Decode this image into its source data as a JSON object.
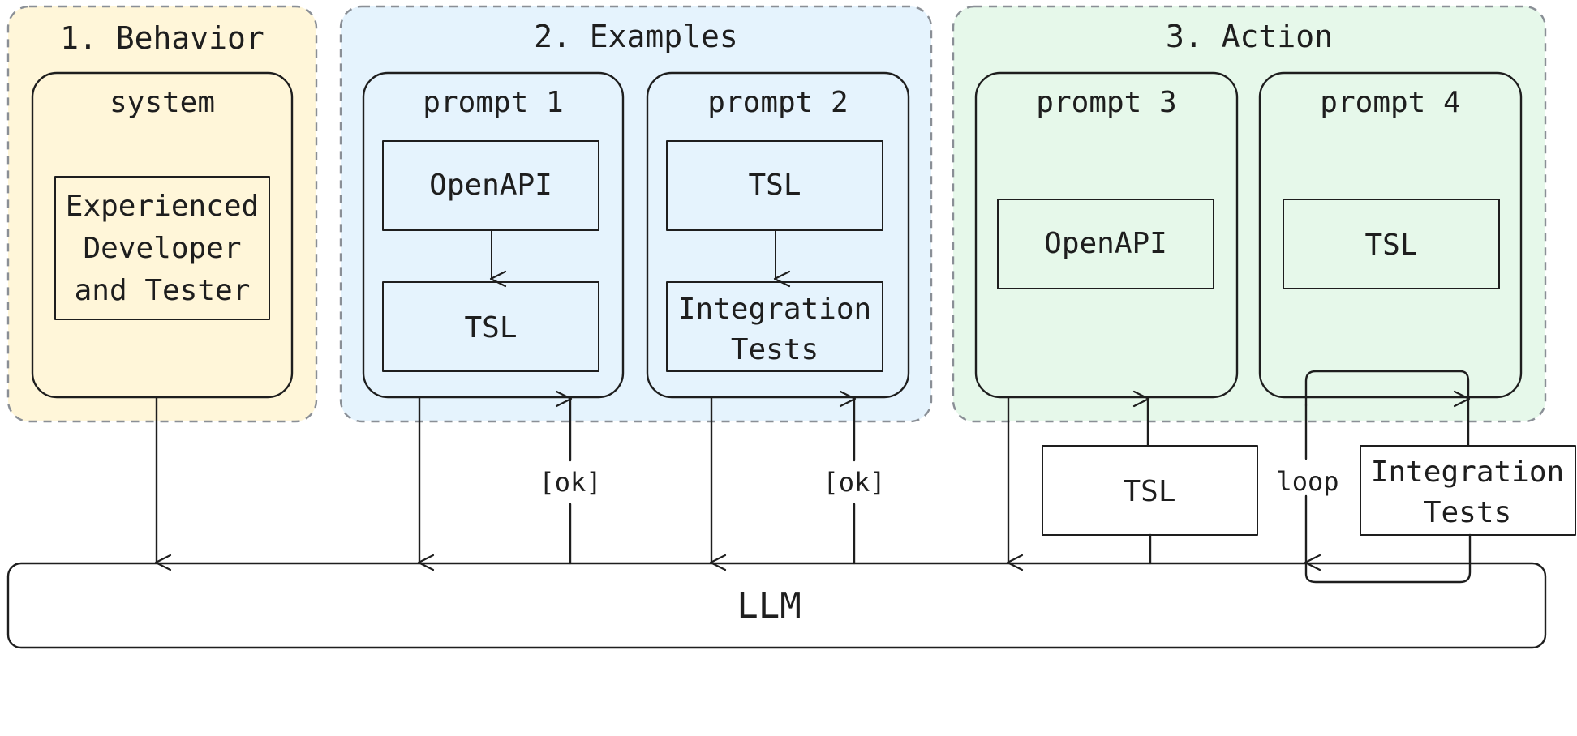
{
  "colors": {
    "behavior_group_fill": "#fff6d9",
    "behavior_card_fill": "#ffe9a8",
    "behavior_box_fill": "#ffe28a",
    "examples_group_fill": "#e5f3fd",
    "examples_card_fill": "#c8e6fb",
    "examples_box_fill": "#a5d8fd",
    "action_group_fill": "#e6f8ea",
    "action_card_fill": "#d3f0da",
    "action_green_box_fill": "#b2f2bb",
    "pink_fill": "#ffd8da",
    "stroke": "#1e1e1e",
    "dashed_stroke": "#8a8f96"
  },
  "groups": {
    "behavior": {
      "title": "1. Behavior",
      "card_title": "system",
      "box_lines": [
        "Experienced",
        "Developer",
        "and Tester"
      ]
    },
    "examples": {
      "title": "2. Examples",
      "prompt1": {
        "title": "prompt 1",
        "top_box": "OpenAPI",
        "bottom_box": "TSL"
      },
      "prompt2": {
        "title": "prompt 2",
        "top_box": "TSL",
        "bottom_box_lines": [
          "Integration",
          "Tests"
        ]
      }
    },
    "action": {
      "title": "3. Action",
      "prompt3": {
        "title": "prompt 3",
        "box": "OpenAPI"
      },
      "prompt4": {
        "title": "prompt 4",
        "box": "TSL"
      }
    }
  },
  "flow": {
    "ok_label_1": "[ok]",
    "ok_label_2": "[ok]",
    "tsl_output": "TSL",
    "loop_label": "loop",
    "integration_output_lines": [
      "Integration",
      "Tests"
    ]
  },
  "llm": {
    "label": "LLM"
  }
}
